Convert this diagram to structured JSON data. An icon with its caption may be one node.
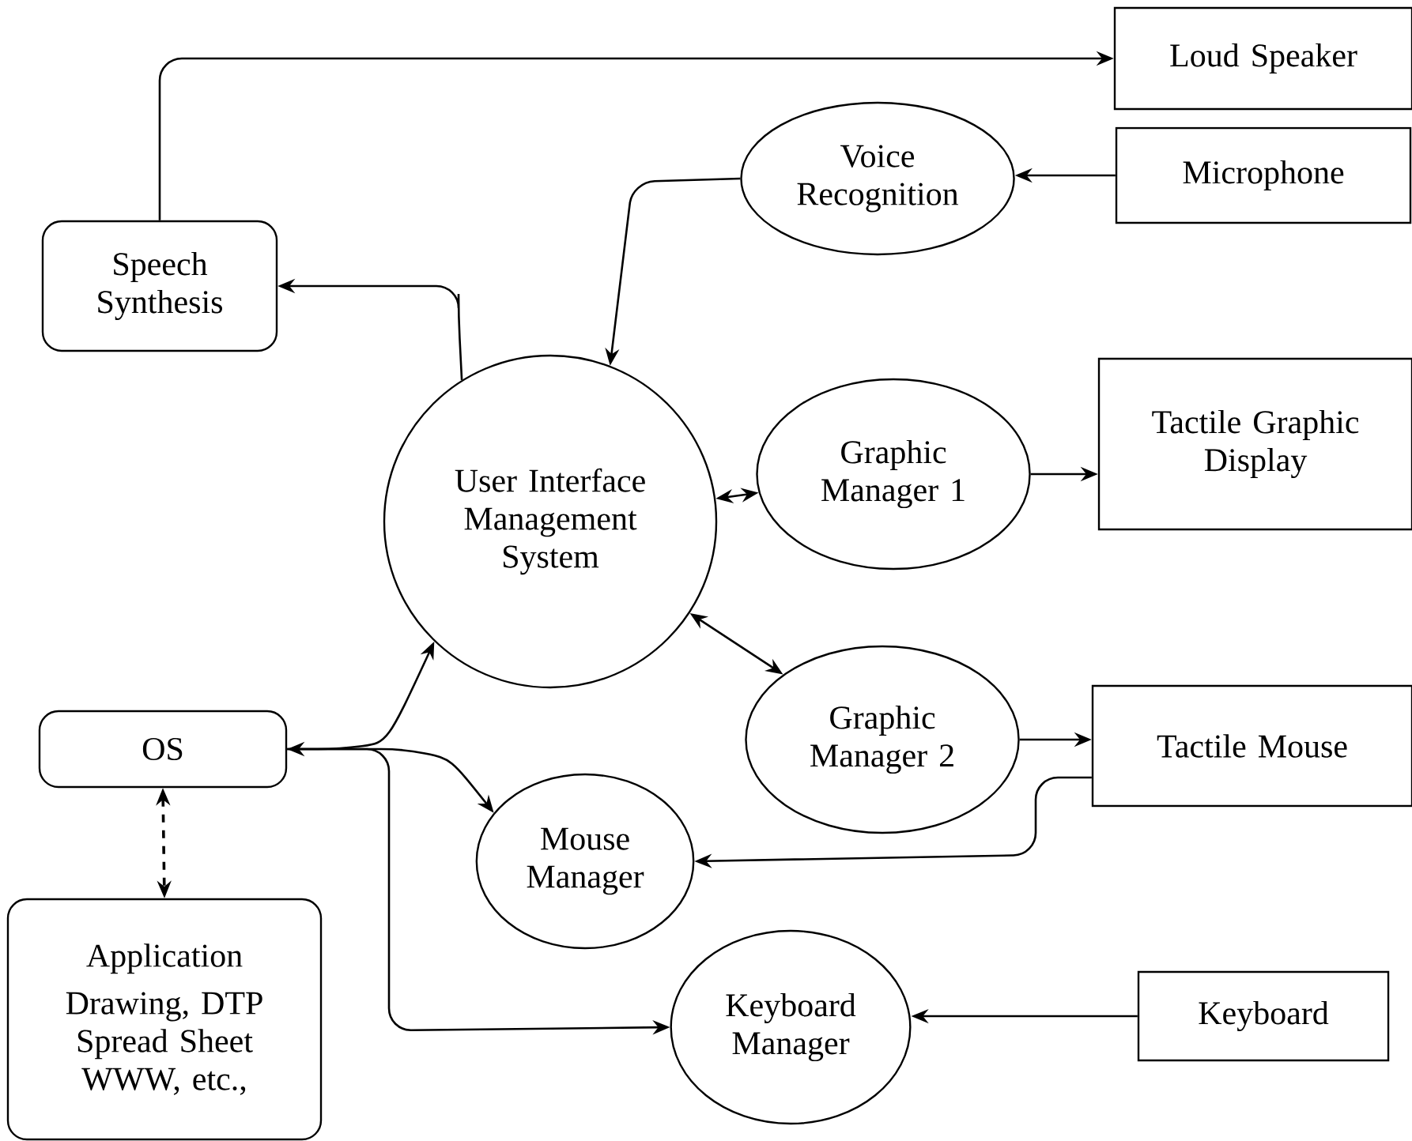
{
  "diagram": {
    "nodes": [
      {
        "text": [
          "Loud Speaker"
        ]
      },
      {
        "text": [
          "Voice Recognition"
        ]
      },
      {
        "text": [
          "Microphone"
        ]
      },
      {
        "text": [
          "Speech Synthesis"
        ]
      },
      {
        "text": [
          "User Interface Management System"
        ]
      },
      {
        "text": [
          "Graphic Manager 1"
        ]
      },
      {
        "text": [
          "Tactile Graphic Display"
        ]
      },
      {
        "text": [
          "OS"
        ]
      },
      {
        "text": [
          "Graphic Manager 2"
        ]
      },
      {
        "text": [
          "Tactile Mouse"
        ]
      },
      {
        "text": [
          "Mouse Manager"
        ]
      },
      {
        "text": [
          "Application",
          "Drawing, DTP Spread Sheet WWW, etc.,"
        ]
      },
      {
        "text": [
          "Keyboard Manager"
        ]
      },
      {
        "text": [
          "Keyboard"
        ]
      }
    ],
    "edges": [
      {
        "from": 3,
        "to": 0,
        "arrow": "to"
      },
      {
        "from": 4,
        "to": 3,
        "arrow": "to"
      },
      {
        "from": 1,
        "to": 4,
        "arrow": "to"
      },
      {
        "from": 2,
        "to": 1,
        "arrow": "to"
      },
      {
        "from": 4,
        "to": 5,
        "arrow": "both"
      },
      {
        "from": 5,
        "to": 6,
        "arrow": "to"
      },
      {
        "from": 4,
        "to": 8,
        "arrow": "both"
      },
      {
        "from": 8,
        "to": 9,
        "arrow": "to"
      },
      {
        "from": 9,
        "to": 10,
        "arrow": "to"
      },
      {
        "from": 7,
        "to": 4,
        "arrow": "both"
      },
      {
        "from": 7,
        "to": 10,
        "arrow": "to"
      },
      {
        "from": 7,
        "to": 12,
        "arrow": "to"
      },
      {
        "from": 7,
        "to": 11,
        "arrow": "both",
        "style": "dashed"
      },
      {
        "from": 13,
        "to": 12,
        "arrow": "to"
      }
    ]
  }
}
